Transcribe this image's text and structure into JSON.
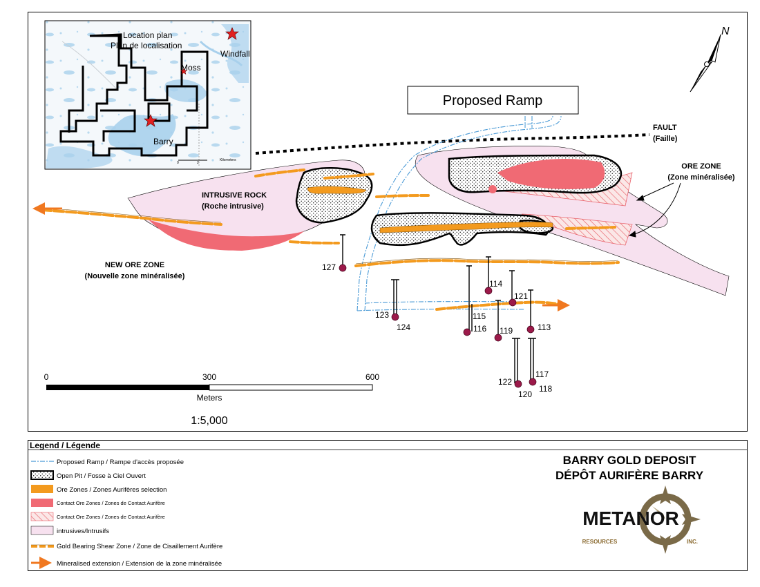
{
  "map": {
    "proposed_ramp_title": "Proposed Ramp",
    "fault_label": "FAULT",
    "fault_label_fr": "(Faille)",
    "ore_zone_label": "ORE ZONE",
    "ore_zone_label_fr": "(Zone minéralisée)",
    "intrusive_label": "INTRUSIVE ROCK",
    "intrusive_label_fr": "(Roche intrusive)",
    "new_ore_zone_label": "NEW ORE ZONE",
    "new_ore_zone_label_fr": "(Nouvelle zone minéralisée)",
    "drill_holes": [
      "127",
      "114",
      "121",
      "123",
      "124",
      "115",
      "116",
      "119",
      "113",
      "122",
      "117",
      "120",
      "118"
    ],
    "scale_ticks": [
      "0",
      "300",
      "600"
    ],
    "scale_unit": "Meters",
    "scale_ratio": "1:5,000",
    "north_label": "N"
  },
  "inset": {
    "title": "Location plan",
    "title_fr": "Plan de localisation",
    "places": [
      "Windfall",
      "Moss",
      "Barry"
    ],
    "scale_note": "Kilometers"
  },
  "legend": {
    "title": "Legend / Légende",
    "items": [
      "Proposed Ramp  / Rampe d'accès proposée",
      "Open Pit / Fosse à Ciel Ouvert",
      "Ore Zones / Zones Aurifères selection",
      "Contact Ore Zones / Zones de Contact Aurifère",
      "Contact Ore Zones / Zones de Contact Aurifère",
      "intrusives/Intrusifs",
      "Gold Bearing Shear Zone / Zone de Cisaillement Aurifère",
      "Mineralised extension / Extension de la zone minéralisée"
    ]
  },
  "branding": {
    "title_en": "BARRY GOLD DEPOSIT",
    "title_fr": "DÉPÔT AURIFÈRE BARRY",
    "company": "METANOR",
    "resources": "RESOURCES",
    "inc": "INC."
  },
  "colors": {
    "intrusive": "#f7e1ef",
    "contact_ore": "#f06a74",
    "ore_orange": "#f39a1e",
    "extension_arrow": "#f07820",
    "ramp_blue": "#4a9ad6",
    "drill_hole": "#9c1a4a",
    "lake_blue": "#a8d0ec"
  }
}
